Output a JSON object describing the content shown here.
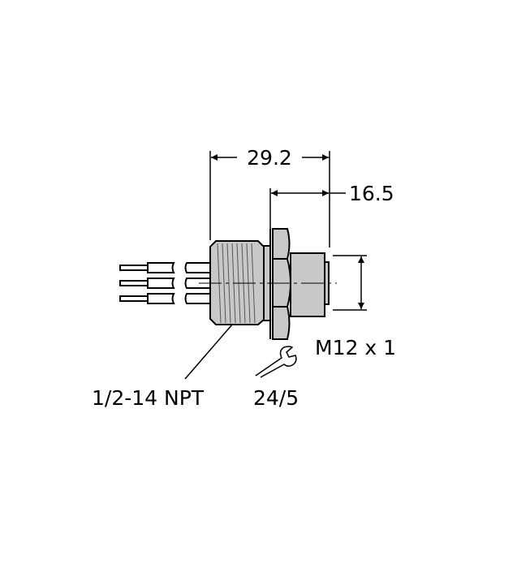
{
  "dimensions": {
    "overall_length": "29.2",
    "front_length": "16.5",
    "front_thread": "M12 x 1",
    "rear_thread": "1/2-14 NPT",
    "wrench_size": "24/5"
  },
  "icons": {
    "wrench": "wrench-icon"
  },
  "colors": {
    "body_fill": "#c8c8c8",
    "line": "#000000",
    "background": "#ffffff"
  }
}
